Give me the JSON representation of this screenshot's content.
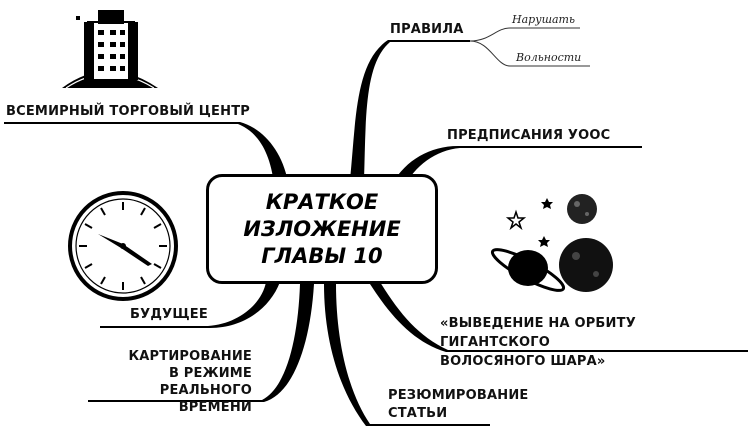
{
  "center": {
    "title": "КРАТКОЕ\nИЗЛОЖЕНИЕ\nГЛАВЫ 10"
  },
  "branches": {
    "rules": {
      "label": "ПРАВИЛА",
      "sub": [
        "Нарушать",
        "Вольности"
      ]
    },
    "wtc": {
      "label": "ВСЕМИРНЫЙ ТОРГОВЫЙ ЦЕНТР"
    },
    "prescriptions": {
      "label": "ПРЕДПИСАНИЯ УООС"
    },
    "future": {
      "label": "БУДУЩЕЕ"
    },
    "mapping": {
      "label": "КАРТИРОВАНИЕ\nВ РЕЖИМЕ\nРЕАЛЬНОГО ВРЕМЕНИ"
    },
    "orbit": {
      "label": "«ВЫВЕДЕНИЕ НА ОРБИТУ ГИГАНТСКОГО\nВОЛОСЯНОГО ШАРА»"
    },
    "summary": {
      "label": "РЕЗЮМИРОВАНИЕ\nСТАТЬИ"
    }
  },
  "illustrations": [
    "building-on-globe-icon",
    "clock-icon",
    "planets-and-stars-icon"
  ],
  "colors": {
    "ink": "#000000",
    "background": "#ffffff"
  }
}
